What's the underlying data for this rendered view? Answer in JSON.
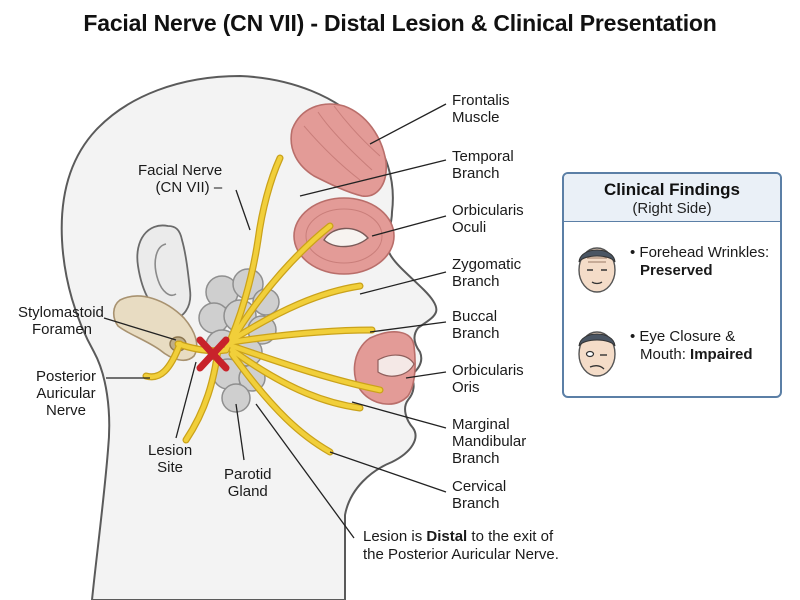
{
  "title": "Facial Nerve (CN VII) - Distal Lesion & Clinical Presentation",
  "labels": {
    "facial_nerve": [
      "Facial Nerve",
      "(CN VII) –"
    ],
    "stylomastoid": [
      "Stylomastoid",
      "Foramen"
    ],
    "posterior_auricular": [
      "Posterior",
      "Auricular",
      "Nerve"
    ],
    "lesion_site": [
      "Lesion",
      "Site"
    ],
    "parotid": [
      "Parotid",
      "Gland"
    ],
    "frontalis": [
      "Frontalis",
      "Muscle"
    ],
    "temporal": [
      "Temporal",
      "Branch"
    ],
    "orbicularis_oculi": [
      "Orbicularis",
      "Oculi"
    ],
    "zygomatic": [
      "Zygomatic",
      "Branch"
    ],
    "buccal": [
      "Buccal",
      "Branch"
    ],
    "orbicularis_oris": [
      "Orbicularis",
      "Oris"
    ],
    "marginal_mandibular": [
      "Marginal",
      "Mandibular",
      "Branch"
    ],
    "cervical": [
      "Cervical",
      "Branch"
    ]
  },
  "note": {
    "line1_prefix": "Lesion is ",
    "line1_bold": "Distal",
    "line1_suffix": " to the exit of",
    "line2": "the Posterior Auricular Nerve."
  },
  "findings": {
    "title": "Clinical Findings",
    "subtitle": "(Right Side)",
    "items": [
      {
        "line1": "• Forehead Wrinkles:",
        "line2_bold": "Preserved",
        "line2_prefix": ""
      },
      {
        "line1": "• Eye Closure &",
        "line2_prefix": "Mouth: ",
        "line2_bold": "Impaired"
      }
    ]
  },
  "colors": {
    "nerve": "#f1cf3a",
    "nerve_outline": "#caa21a",
    "muscle": "#e39b97",
    "parotid": "#c9c9c9",
    "lesion": "#c8232b",
    "panel_border": "#5b7fa6",
    "panel_header": "#eaf0f7"
  }
}
